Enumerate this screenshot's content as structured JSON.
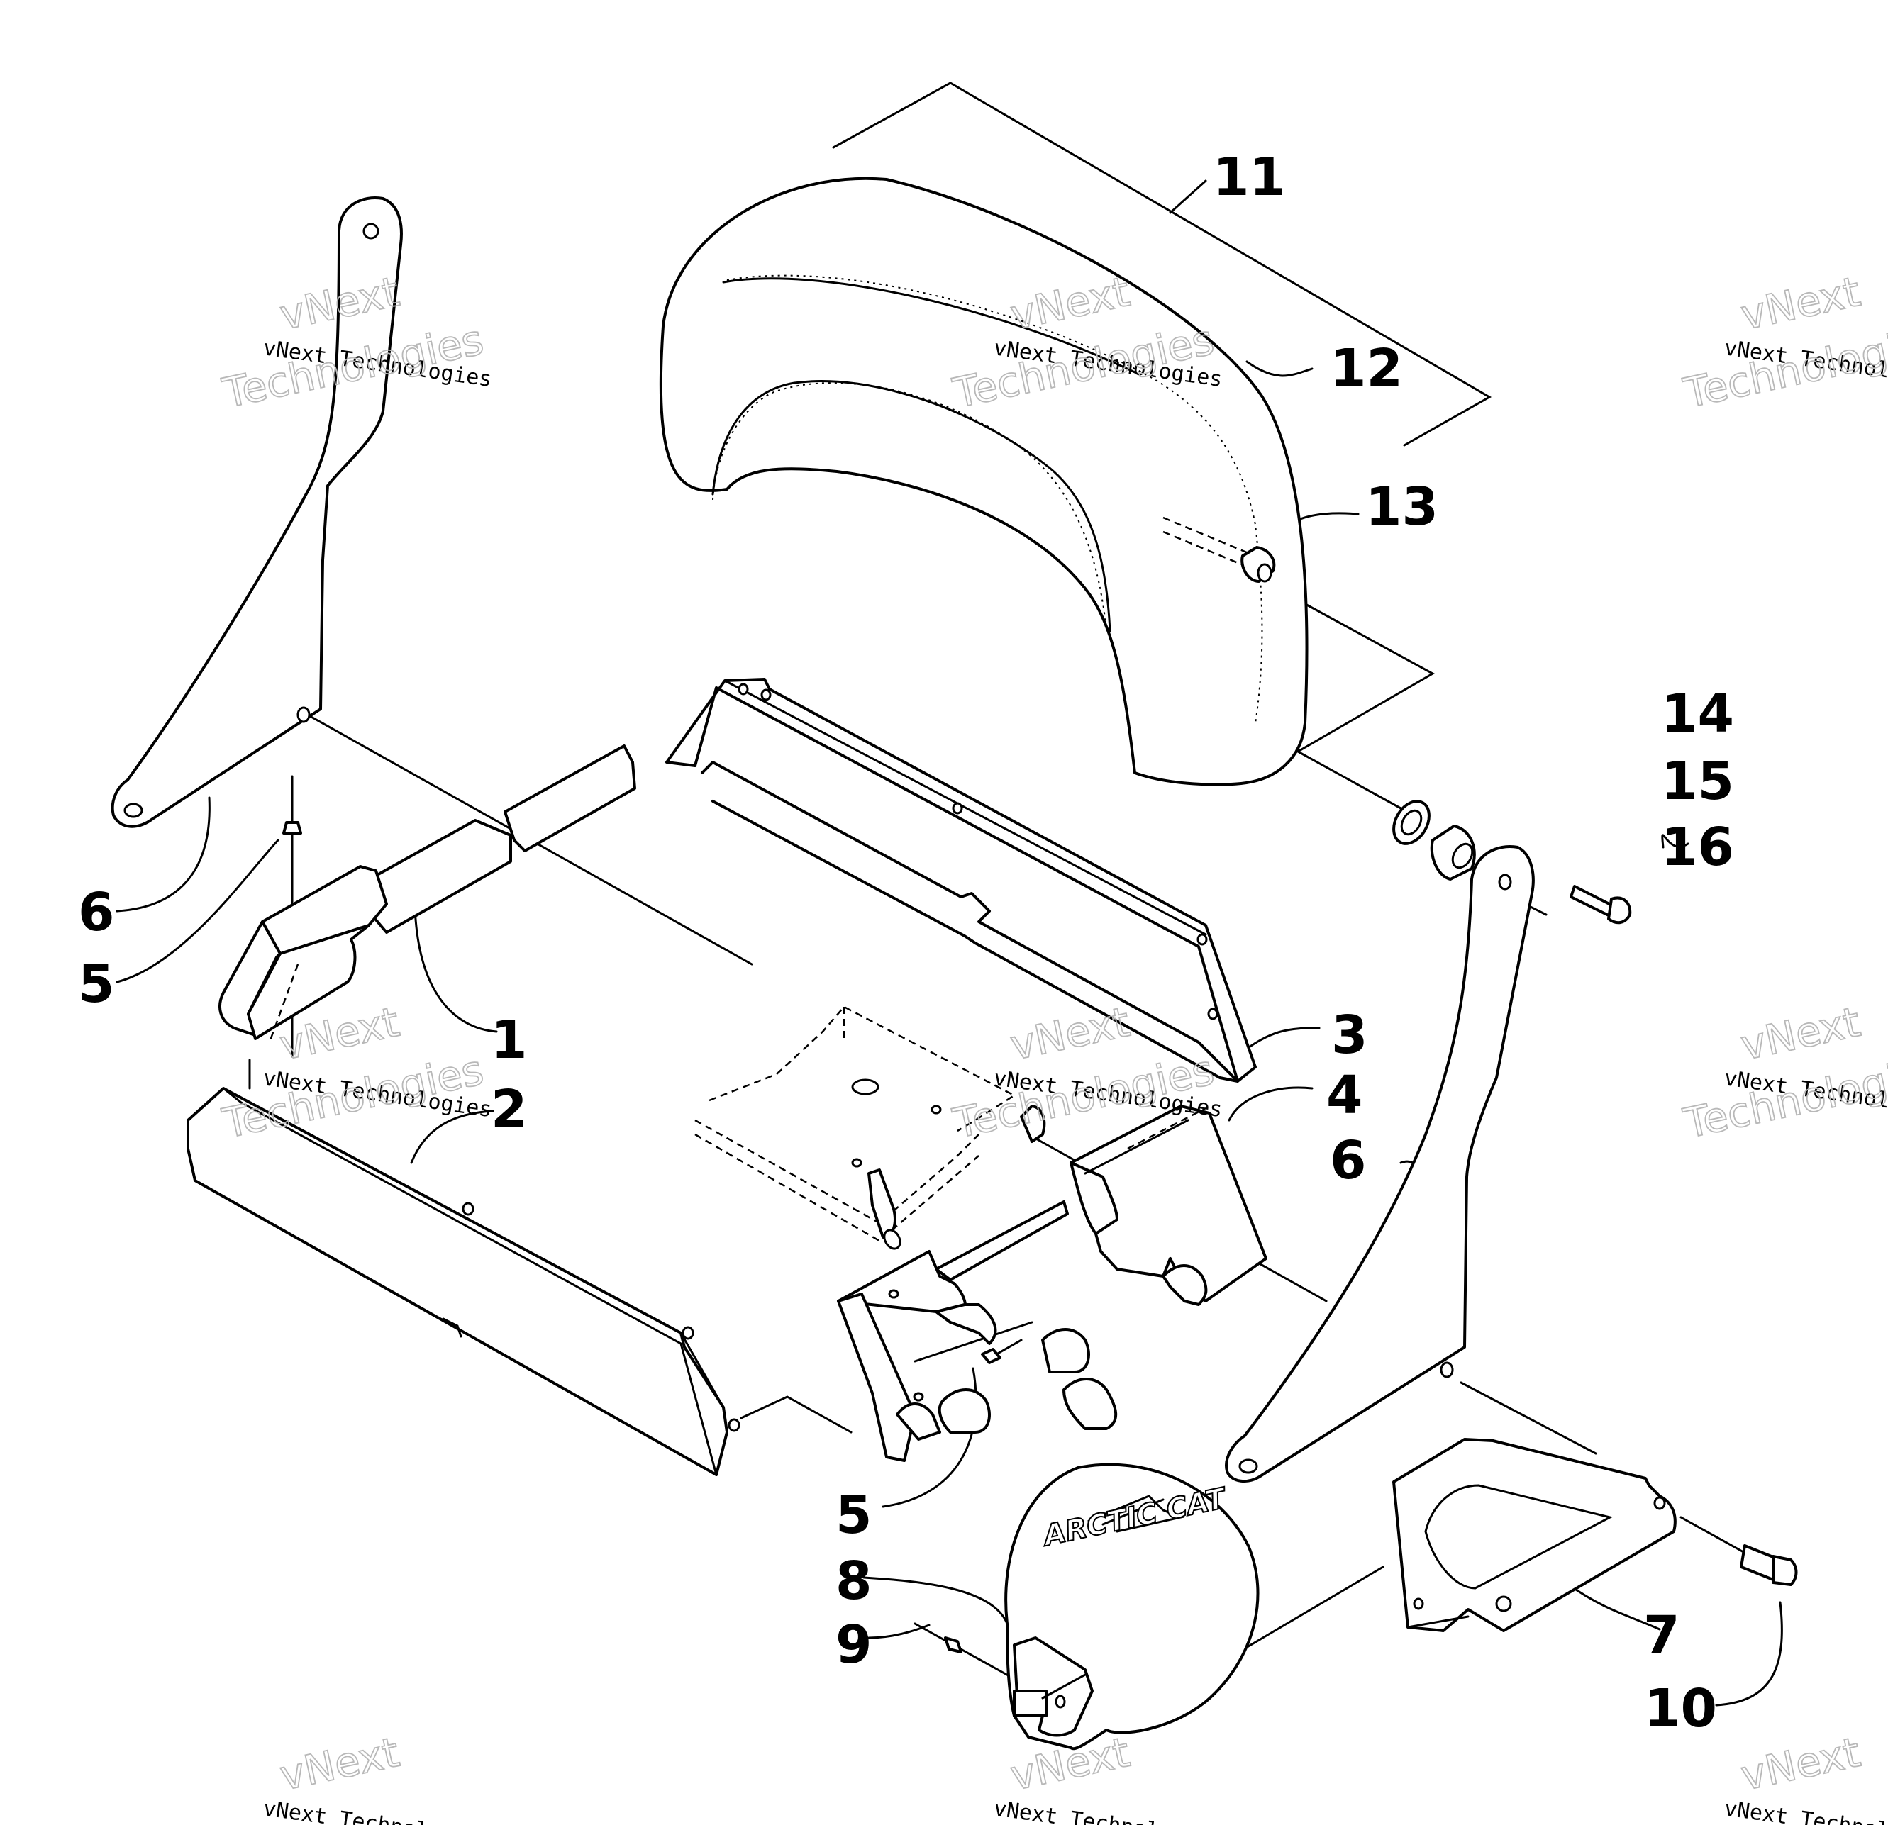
{
  "callouts": {
    "c1": "1",
    "c2": "2",
    "c3": "3",
    "c4": "4",
    "c5a": "5",
    "c5b": "5",
    "c6a": "6",
    "c6b": "6",
    "c7": "7",
    "c8": "8",
    "c9": "9",
    "c10": "10",
    "c11": "11",
    "c12": "12",
    "c13": "13",
    "c14": "14",
    "c15": "15",
    "c16": "16"
  },
  "logo_text": "ARCTIC CAT",
  "watermark": {
    "small": "vNext Technologies",
    "big_top": "vNext",
    "big_bottom": "Technologies"
  }
}
